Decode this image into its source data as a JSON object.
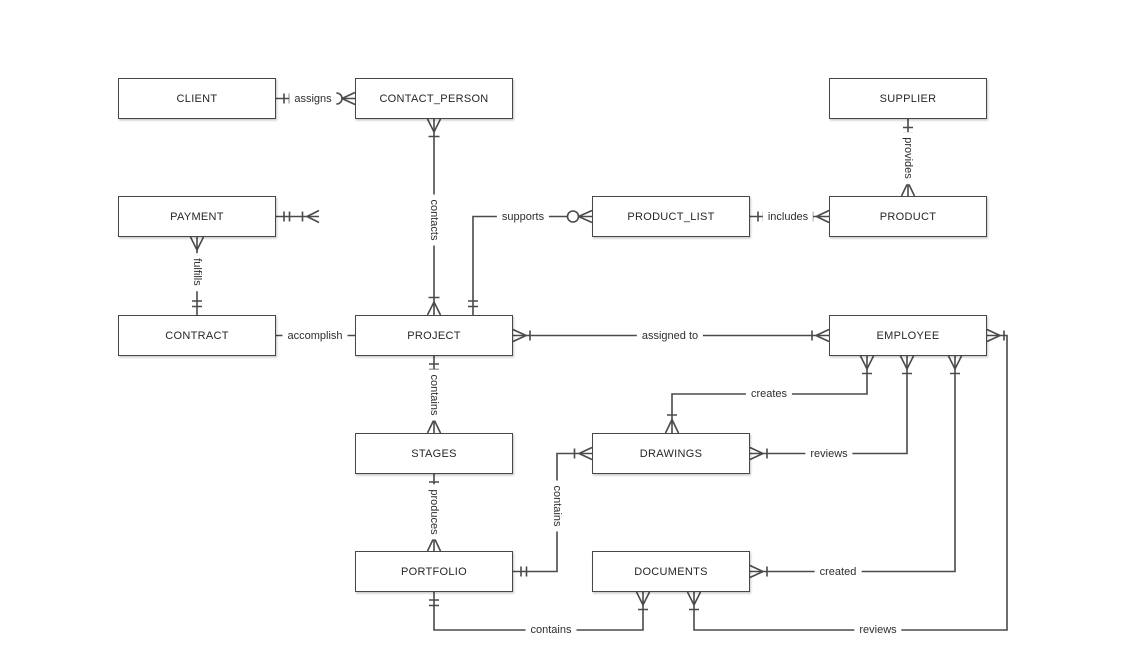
{
  "diagram": {
    "type": "entity-relationship-diagram",
    "notation": "crows-foot",
    "colors": {
      "background": "#ffffff",
      "line": "#4a4a4a",
      "entity_border": "#474747",
      "entity_fill": "#ffffff",
      "text": "#262626"
    },
    "entities": [
      {
        "name": "CLIENT"
      },
      {
        "name": "CONTACT_PERSON"
      },
      {
        "name": "SUPPLIER"
      },
      {
        "name": "PAYMENT"
      },
      {
        "name": "PRODUCT_LIST"
      },
      {
        "name": "PRODUCT"
      },
      {
        "name": "CONTRACT"
      },
      {
        "name": "PROJECT"
      },
      {
        "name": "EMPLOYEE"
      },
      {
        "name": "STAGES"
      },
      {
        "name": "DRAWINGS"
      },
      {
        "name": "PORTFOLIO"
      },
      {
        "name": "DOCUMENTS"
      }
    ],
    "relationships": [
      {
        "label": "assigns",
        "from": "CLIENT",
        "to": "CONTACT_PERSON",
        "from_cardinality": "one and only one",
        "to_cardinality": "zero or many"
      },
      {
        "label": "contacts",
        "from": "CONTACT_PERSON",
        "to": "PROJECT",
        "from_cardinality": "one or many",
        "to_cardinality": "one or many"
      },
      {
        "label": "provides",
        "from": "SUPPLIER",
        "to": "PRODUCT",
        "from_cardinality": "one and only one",
        "to_cardinality": "zero or many"
      },
      {
        "label": "supports",
        "from": "PROJECT",
        "to": "PRODUCT_LIST",
        "from_cardinality": "one and only one",
        "to_cardinality": "zero or many"
      },
      {
        "label": "includes",
        "from": "PRODUCT_LIST",
        "to": "PRODUCT",
        "from_cardinality": "one and only one",
        "to_cardinality": "one or many"
      },
      {
        "label": "",
        "from": "PAYMENT",
        "to": "",
        "from_cardinality": "one and only one",
        "to_cardinality": "one or many"
      },
      {
        "label": "fulfills",
        "from": "PAYMENT",
        "to": "CONTRACT",
        "from_cardinality": "one or many",
        "to_cardinality": "one and only one"
      },
      {
        "label": "accomplish",
        "from": "CONTRACT",
        "to": "PROJECT",
        "from_cardinality": "one and only one",
        "to_cardinality": "one and only one"
      },
      {
        "label": "assigned to",
        "from": "PROJECT",
        "to": "EMPLOYEE",
        "from_cardinality": "one or many",
        "to_cardinality": "one or many"
      },
      {
        "label": "contains",
        "from": "PROJECT",
        "to": "STAGES",
        "from_cardinality": "one and only one",
        "to_cardinality": "one or many"
      },
      {
        "label": "produces",
        "from": "STAGES",
        "to": "PORTFOLIO",
        "from_cardinality": "one and only one",
        "to_cardinality": "one or many"
      },
      {
        "label": "contains",
        "from": "PORTFOLIO",
        "to": "DRAWINGS",
        "from_cardinality": "one and only one",
        "to_cardinality": "one or many"
      },
      {
        "label": "creates",
        "from": "EMPLOYEE",
        "to": "DRAWINGS",
        "from_cardinality": "one or many",
        "to_cardinality": "one or many"
      },
      {
        "label": "reviews",
        "from": "DRAWINGS",
        "to": "EMPLOYEE",
        "from_cardinality": "one or many",
        "to_cardinality": "one or many"
      },
      {
        "label": "created",
        "from": "DOCUMENTS",
        "to": "EMPLOYEE",
        "from_cardinality": "one or many",
        "to_cardinality": "one or many"
      },
      {
        "label": "contains",
        "from": "PORTFOLIO",
        "to": "DOCUMENTS",
        "from_cardinality": "one and only one",
        "to_cardinality": "one or many"
      },
      {
        "label": "reviews",
        "from": "DOCUMENTS",
        "to": "EMPLOYEE",
        "from_cardinality": "one or many",
        "to_cardinality": "one or many"
      }
    ]
  }
}
